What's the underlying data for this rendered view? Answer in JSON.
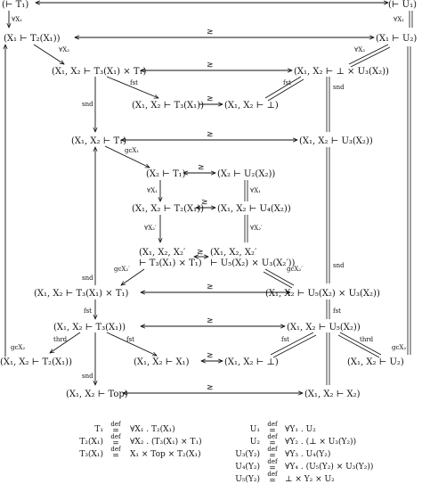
{
  "nodes": {
    "top_left": "(⊢ T₁)",
    "top_right": "(⊢ U₁)",
    "n1_left": "(X₁ ⊢ T₂(X₁))",
    "n1_right": "(X₁ ⊢ U₂)",
    "n2_left": "(X₁, X₂ ⊢ T₃(X₁) × T₁)",
    "n2_right": "(X₁, X₂ ⊢ ⊥ × U₃(X₂))",
    "n3_left": "(X₁, X₂ ⊢ T₃(X₁))",
    "n3_right": "(X₁, X₂ ⊢ ⊥)",
    "n4_left": "(X₁, X₂ ⊢ T₁)",
    "n4_right": "(X₁, X₂ ⊢ U₃(X₂))",
    "n5_left": "(X₂ ⊢ T₁)",
    "n5_right": "(X₂ ⊢ U₂(X₂))",
    "n6_left": "(X₁, X₂ ⊢ T₂(X₁))",
    "n6_right": "(X₁, X₂ ⊢ U₄(X₂))",
    "n7_left_1": "(X₁, X₂, X₂′",
    "n7_left_2": "⊢ T₃(X₁) × T₁)",
    "n7_right_1": "(X₁, X₂, X₂′",
    "n7_right_2": "⊢ U₅(X₂) × U₃(X₂′))",
    "n8_left": "(X₁, X₂ ⊢ T₃(X₁) × T₁)",
    "n8_right": "(X₁, X₂ ⊢ U₅(X₂) × U₃(X₂))",
    "n9_left": "(X₁, X₂ ⊢ T₃(X₁))",
    "n9_right": "(X₁, X₂ ⊢ U₅(X₂))",
    "n10_far_left": "(X₁, X₂ ⊢ T₂(X₁))",
    "n10_left": "(X₁, X₂ ⊢ X₁)",
    "n10_right": "(X₁, X₂ ⊢ ⊥)",
    "n10_far_right": "(X₁, X₂ ⊢ U₂)",
    "n11_left": "(X₁, X₂ ⊢ Top)",
    "n11_right": "(X₁, X₂ ⊢ X₂)"
  },
  "labels": {
    "forall_x1": "∀X₁",
    "forall_x1_hat": "∀X₁",
    "forall_x2": "∀X₂",
    "forall_x1_small": "∀X₁",
    "forall_x2_prime": "∀X₂′",
    "forall_x2_prime_hat": "∀X₂′",
    "fst": "fst",
    "snd": "snd",
    "thrd": "thrd",
    "gc_x1": "gcX₁",
    "gc_x2": "gcX₂",
    "gc_x2_prime": "gcX₂′",
    "relation": "≳"
  },
  "definitions": {
    "def_symbol": "def",
    "left": [
      {
        "lhs": "T₁",
        "rhs": "∀X₁ . T₂(X₁)"
      },
      {
        "lhs": "T₂(X₁)",
        "rhs": "∀X₂ . (T₃(X₁) × T₁)"
      },
      {
        "lhs": "T₃(X₁)",
        "rhs": "X₁ × Top × T₂(X₁)"
      }
    ],
    "right": [
      {
        "lhs": "U₁",
        "rhs": "∀Y₁ . U₂"
      },
      {
        "lhs": "U₂",
        "rhs": "∀Y₂ . (⊥ × U₃(Y₂))"
      },
      {
        "lhs": "U₃(Y₂)",
        "rhs": "∀Y₃ . U₄(Y₂)"
      },
      {
        "lhs": "U₄(Y₂)",
        "rhs": "∀Y₄ . (U₅(Y₂) × U₃(Y₂))"
      },
      {
        "lhs": "U₅(Y₂)",
        "rhs": "⊥ × Y₂ × U₂"
      }
    ]
  }
}
